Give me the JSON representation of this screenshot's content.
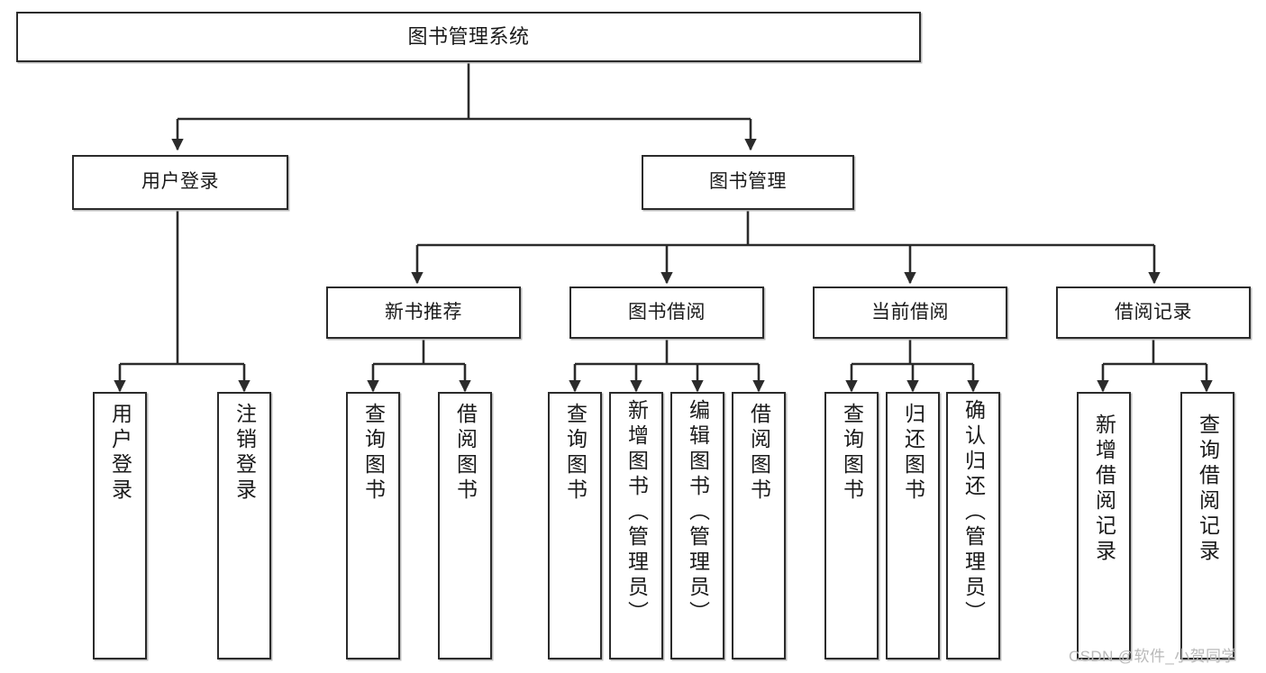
{
  "diagram": {
    "title": "图书管理系统",
    "type": "tree-hierarchy-chart",
    "root": {
      "id": "root",
      "label": "图书管理系统"
    },
    "level2": [
      {
        "id": "user-login",
        "label": "用户登录"
      },
      {
        "id": "book-management",
        "label": "图书管理"
      }
    ],
    "level3": [
      {
        "id": "new-book-recommend",
        "label": "新书推荐"
      },
      {
        "id": "book-borrow",
        "label": "图书借阅"
      },
      {
        "id": "current-borrow",
        "label": "当前借阅"
      },
      {
        "id": "borrow-record",
        "label": "借阅记录"
      }
    ],
    "leaves": {
      "user_login": [
        {
          "id": "leaf-user-login",
          "label": "用户登录"
        },
        {
          "id": "leaf-logout-login",
          "label": "注销登录"
        }
      ],
      "new_book_recommend": [
        {
          "id": "leaf-query-book-1",
          "label": "查询图书"
        },
        {
          "id": "leaf-borrow-book-1",
          "label": "借阅图书"
        }
      ],
      "book_borrow": [
        {
          "id": "leaf-query-book-2",
          "label": "查询图书"
        },
        {
          "id": "leaf-add-book",
          "label": "新增图书（管理员）"
        },
        {
          "id": "leaf-edit-book",
          "label": "编辑图书（管理员）"
        },
        {
          "id": "leaf-borrow-book-2",
          "label": "借阅图书"
        }
      ],
      "current_borrow": [
        {
          "id": "leaf-query-book-3",
          "label": "查询图书"
        },
        {
          "id": "leaf-return-book",
          "label": "归还图书"
        },
        {
          "id": "leaf-confirm-return",
          "label": "确认归还（管理员）"
        }
      ],
      "borrow_record": [
        {
          "id": "leaf-add-record",
          "label": "新增借阅记录"
        },
        {
          "id": "leaf-query-record",
          "label": "查询借阅记录"
        }
      ]
    }
  },
  "watermark": {
    "text": "CSDN @软件_小贺同学"
  },
  "colors": {
    "stroke": "#2b2b2b",
    "fill": "#ffffff",
    "text": "#1a1a1a",
    "watermark": "#b9b9b9"
  }
}
